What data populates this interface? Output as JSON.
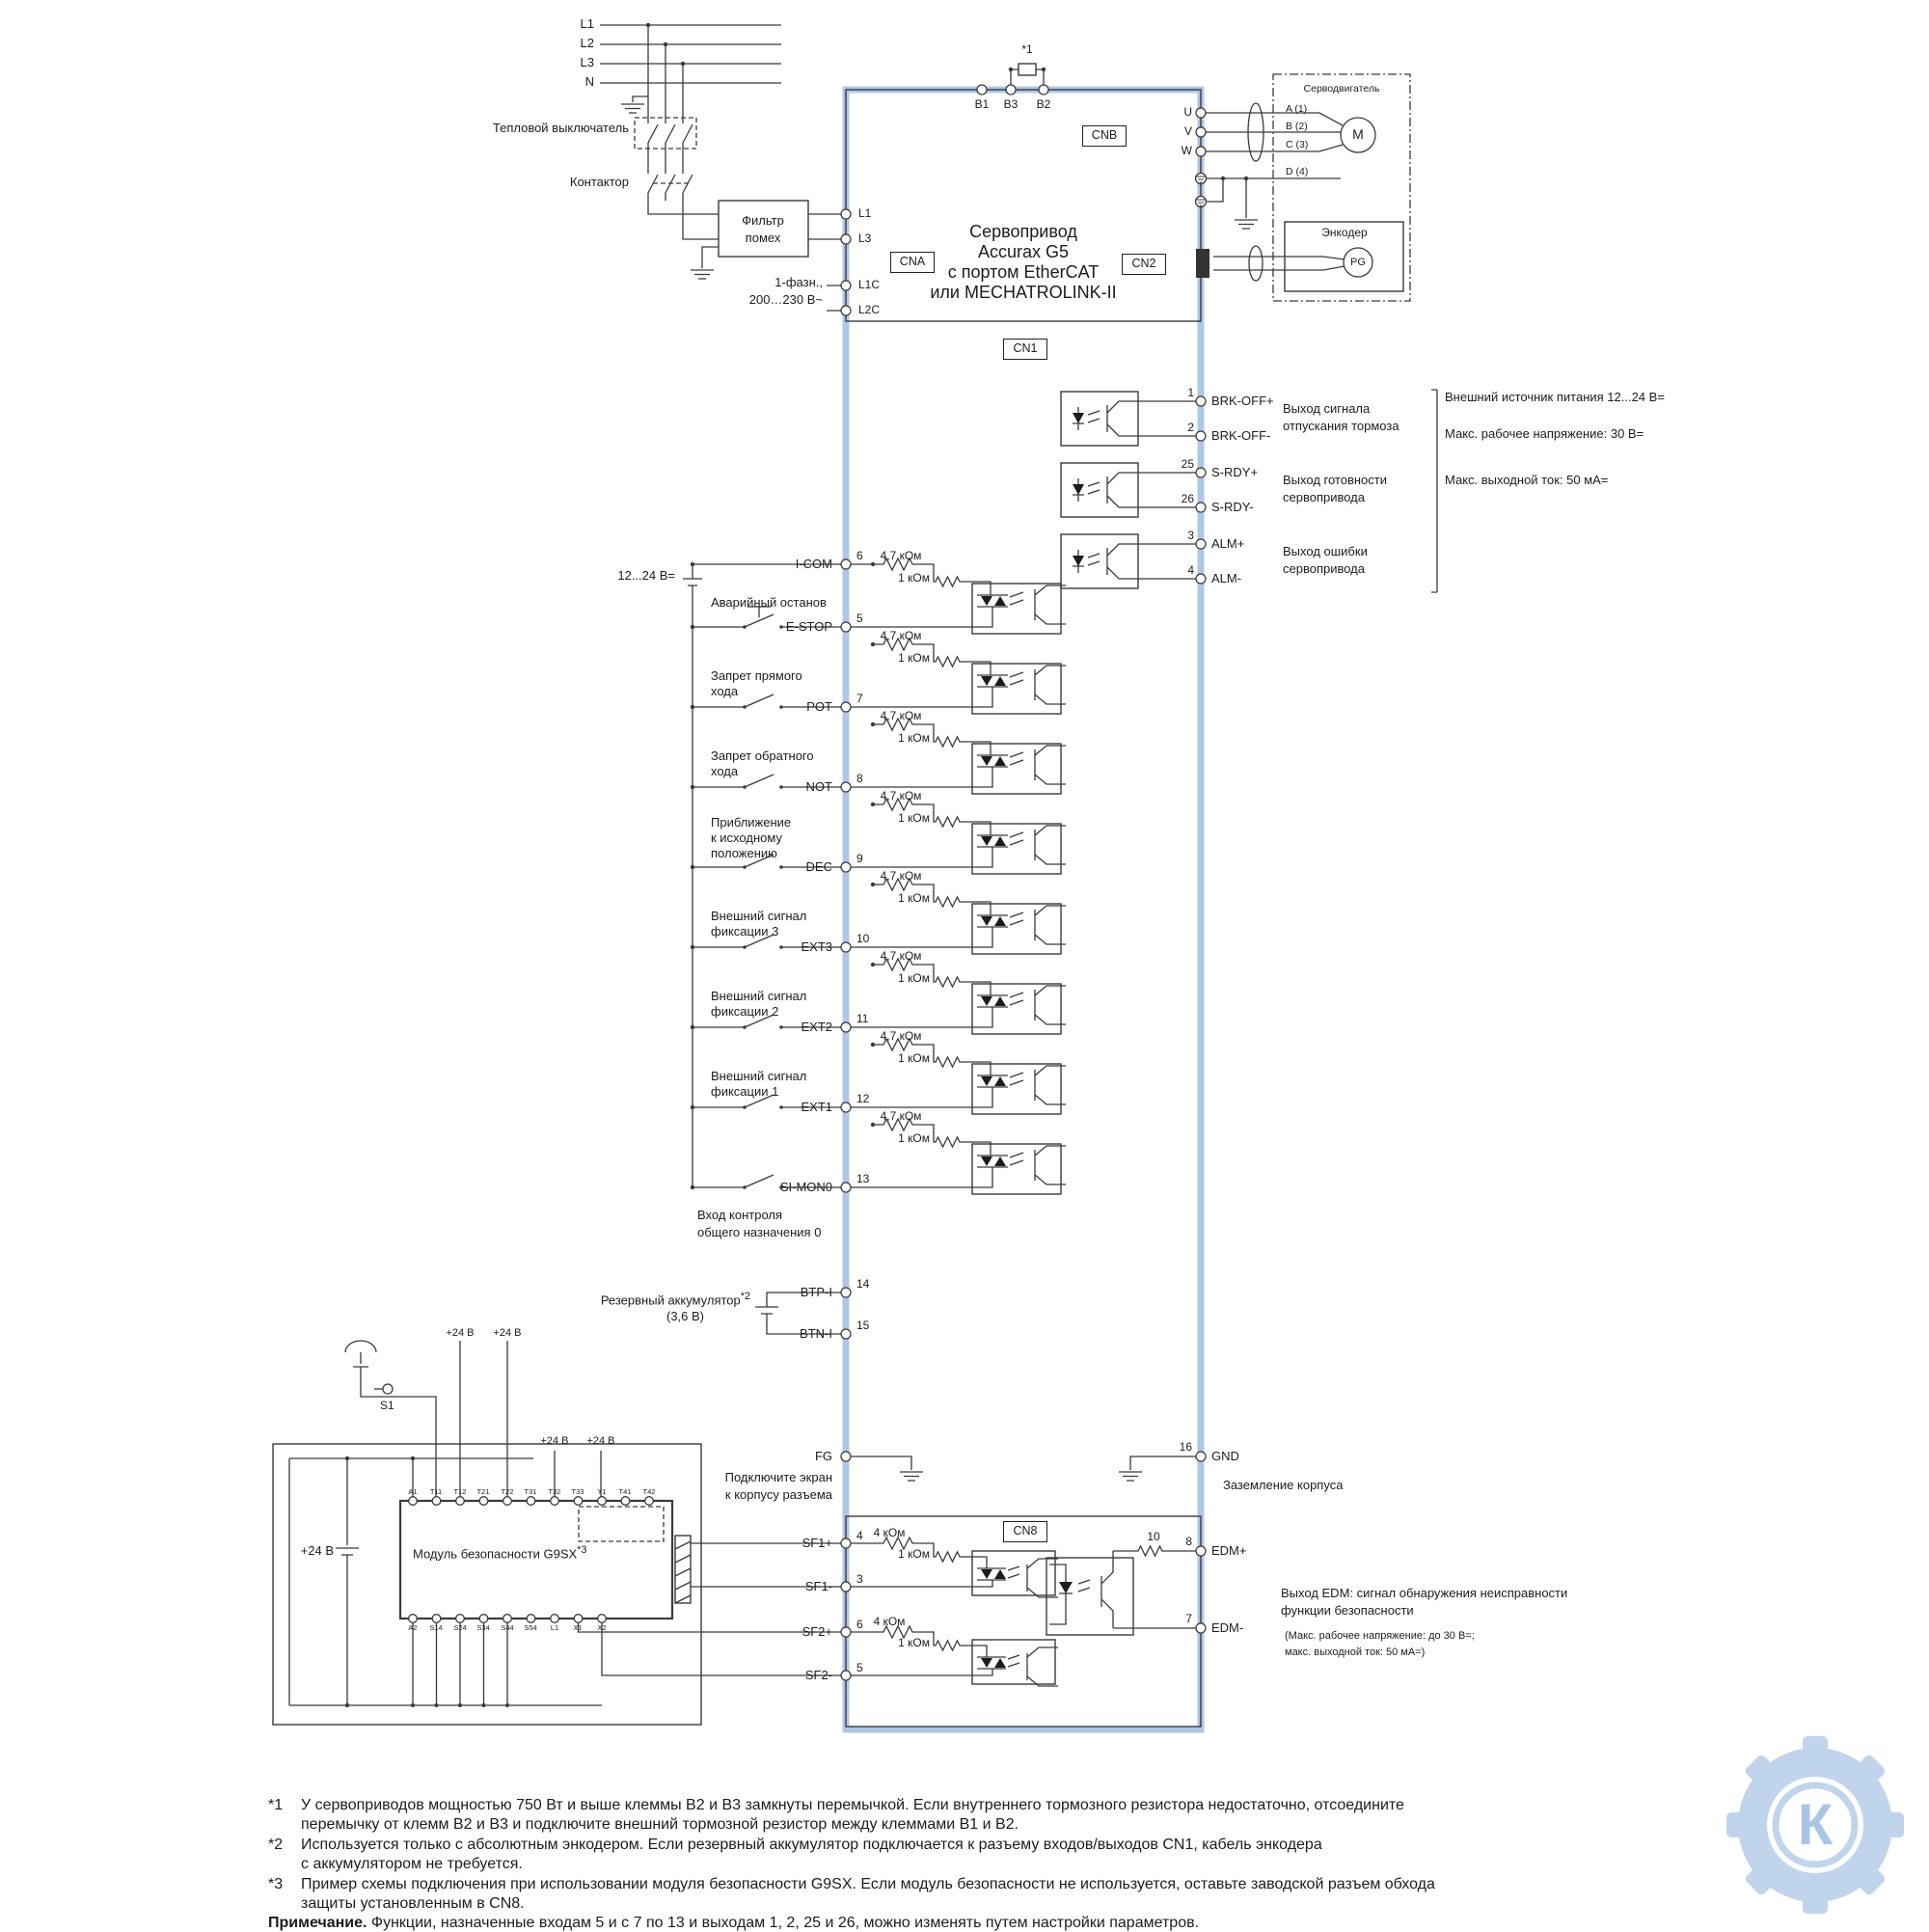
{
  "colors": {
    "accent": "#afc7e6",
    "wire": "#3a3a3a"
  },
  "power": {
    "phases": [
      "L1",
      "L2",
      "L3",
      "N"
    ],
    "thermal_breaker": "Тепловой выключатель",
    "contactor": "Контактор",
    "filter_line1": "Фильтр",
    "filter_line2": "помех",
    "single_phase_line1": "1-фазн.,",
    "single_phase_line2": "200…230 В~"
  },
  "drive": {
    "title1": "Сервопривод",
    "title2": "Accurax G5",
    "title3": "с портом EtherCAT",
    "title4": "или MECHATROLINK-II",
    "cna": "CNA",
    "cnb": "CNB",
    "cn1": "CN1",
    "cn2": "CN2",
    "cn8": "CN8",
    "b1": "B1",
    "b3": "B3",
    "b2": "B2",
    "jumper_note": "*1",
    "t_l1": "L1",
    "t_l3": "L3",
    "t_l1c": "L1C",
    "t_l2c": "L2C",
    "u": "U",
    "v": "V",
    "w": "W"
  },
  "motor": {
    "title": "Серводвигатель",
    "m": "M",
    "wire_a": "A (1)",
    "wire_b": "B (2)",
    "wire_c": "C (3)",
    "wire_d": "D (4)",
    "encoder": "Энкодер",
    "pg": "PG"
  },
  "outputs": {
    "items": [
      {
        "pin_p": "1",
        "sig_p": "BRK-OFF+",
        "pin_n": "2",
        "sig_n": "BRK-OFF-",
        "desc1": "Выход сигнала",
        "desc2": "отпускания тормоза"
      },
      {
        "pin_p": "25",
        "sig_p": "S-RDY+",
        "pin_n": "26",
        "sig_n": "S-RDY-",
        "desc1": "Выход готовности",
        "desc2": "сервопривода"
      },
      {
        "pin_p": "3",
        "sig_p": "ALM+",
        "pin_n": "4",
        "sig_n": "ALM-",
        "desc1": "Выход ошибки",
        "desc2": "сервопривода"
      }
    ],
    "note1": "Внешний источник питания 12...24 В=",
    "note2": "Макс. рабочее напряжение: 30 В=",
    "note3": "Макс. выходной ток: 50 мА="
  },
  "inputs": {
    "supply": "12...24 В=",
    "icom_sig": "I-COM",
    "icom_pin": "6",
    "r47": "4,7 кОм",
    "r1k": "1 кОм",
    "channels": [
      {
        "desc": [
          "Аварийный останов"
        ],
        "sig": "E-STOP",
        "pin": "5"
      },
      {
        "desc": [
          "Запрет прямого",
          "хода"
        ],
        "sig": "POT",
        "pin": "7"
      },
      {
        "desc": [
          "Запрет обратного",
          "хода"
        ],
        "sig": "NOT",
        "pin": "8"
      },
      {
        "desc": [
          "Приближение",
          "к исходному",
          "положению"
        ],
        "sig": "DEC",
        "pin": "9"
      },
      {
        "desc": [
          "Внешний сигнал",
          "фиксации 3"
        ],
        "sig": "EXT3",
        "pin": "10"
      },
      {
        "desc": [
          "Внешний сигнал",
          "фиксации 2"
        ],
        "sig": "EXT2",
        "pin": "11"
      },
      {
        "desc": [
          "Внешний сигнал",
          "фиксации 1"
        ],
        "sig": "EXT1",
        "pin": "12"
      },
      {
        "desc": [],
        "sig": "SI-MON0",
        "pin": "13"
      }
    ],
    "simon_desc1": "Вход контроля",
    "simon_desc2": "общего назначения 0"
  },
  "battery": {
    "sig_p": "BTP-I",
    "pin_p": "14",
    "sig_n": "BTN-I",
    "pin_n": "15",
    "label": "Резервный аккумулятор",
    "label_sup": "*2",
    "volts": "(3,6 В)"
  },
  "ground": {
    "fg": "FG",
    "fg_note1": "Подключите экран",
    "fg_note2": "к корпусу разъема",
    "gnd_pin": "16",
    "gnd_sig": "GND",
    "gnd_note": "Заземление корпуса"
  },
  "safety": {
    "s1": "S1",
    "p24_1": "+24 В",
    "p24_2": "+24 В",
    "p24_3": "+24 В",
    "p24_4": "+24 В",
    "p24_left": "+24 В",
    "module": "Модуль безопасности G9SX",
    "module_sup": "*3",
    "top_terms": [
      "A1",
      "T11",
      "T12",
      "T21",
      "T22",
      "T31",
      "T32",
      "T33",
      "Y1",
      "T41",
      "T42"
    ],
    "bot_terms": [
      "A2",
      "S14",
      "S24",
      "S34",
      "S44",
      "S54",
      "L1",
      "X1",
      "X2"
    ],
    "sf": [
      {
        "sig": "SF1+",
        "pin": "4"
      },
      {
        "sig": "SF1-",
        "pin": "3"
      },
      {
        "sig": "SF2+",
        "pin": "6"
      },
      {
        "sig": "SF2-",
        "pin": "5"
      }
    ],
    "r4k": "4 кОм",
    "r1k": "1 кОм",
    "edm_r": "10",
    "edm": [
      {
        "pin": "8",
        "sig": "EDM+"
      },
      {
        "pin": "7",
        "sig": "EDM-"
      }
    ],
    "edm_note1": "Выход EDM: сигнал обнаружения неисправности",
    "edm_note2": "функции безопасности",
    "edm_note3": "(Макс. рабочее напряжение: до 30 В=;",
    "edm_note4": "макс. выходной ток: 50 мА=)"
  },
  "footnotes": [
    {
      "mark": "*1",
      "lines": [
        "У сервоприводов мощностью 750 Вт и выше клеммы B2 и B3 замкнуты перемычкой. Если внутреннего тормозного резистора недостаточно, отсоедините",
        "перемычку от клемм B2 и B3 и подключите внешний тормозной резистор между клеммами B1 и B2."
      ]
    },
    {
      "mark": "*2",
      "lines": [
        "Используется только с абсолютным энкодером. Если резервный аккумулятор подключается к разъему входов/выходов CN1, кабель энкодера",
        "с аккумулятором не требуется."
      ]
    },
    {
      "mark": "*3",
      "lines": [
        "Пример схемы подключения при использовании модуля безопасности G9SX. Если модуль безопасности не используется, оставьте заводской разъем обхода",
        "защиты установленным в CN8."
      ]
    }
  ],
  "note": {
    "label": "Примечание.",
    "text": " Функции, назначенные входам 5 и с 7 по 13 и выходам 1, 2, 25 и 26, можно изменять путем настройки параметров."
  },
  "watermark": {
    "letter": "К"
  }
}
